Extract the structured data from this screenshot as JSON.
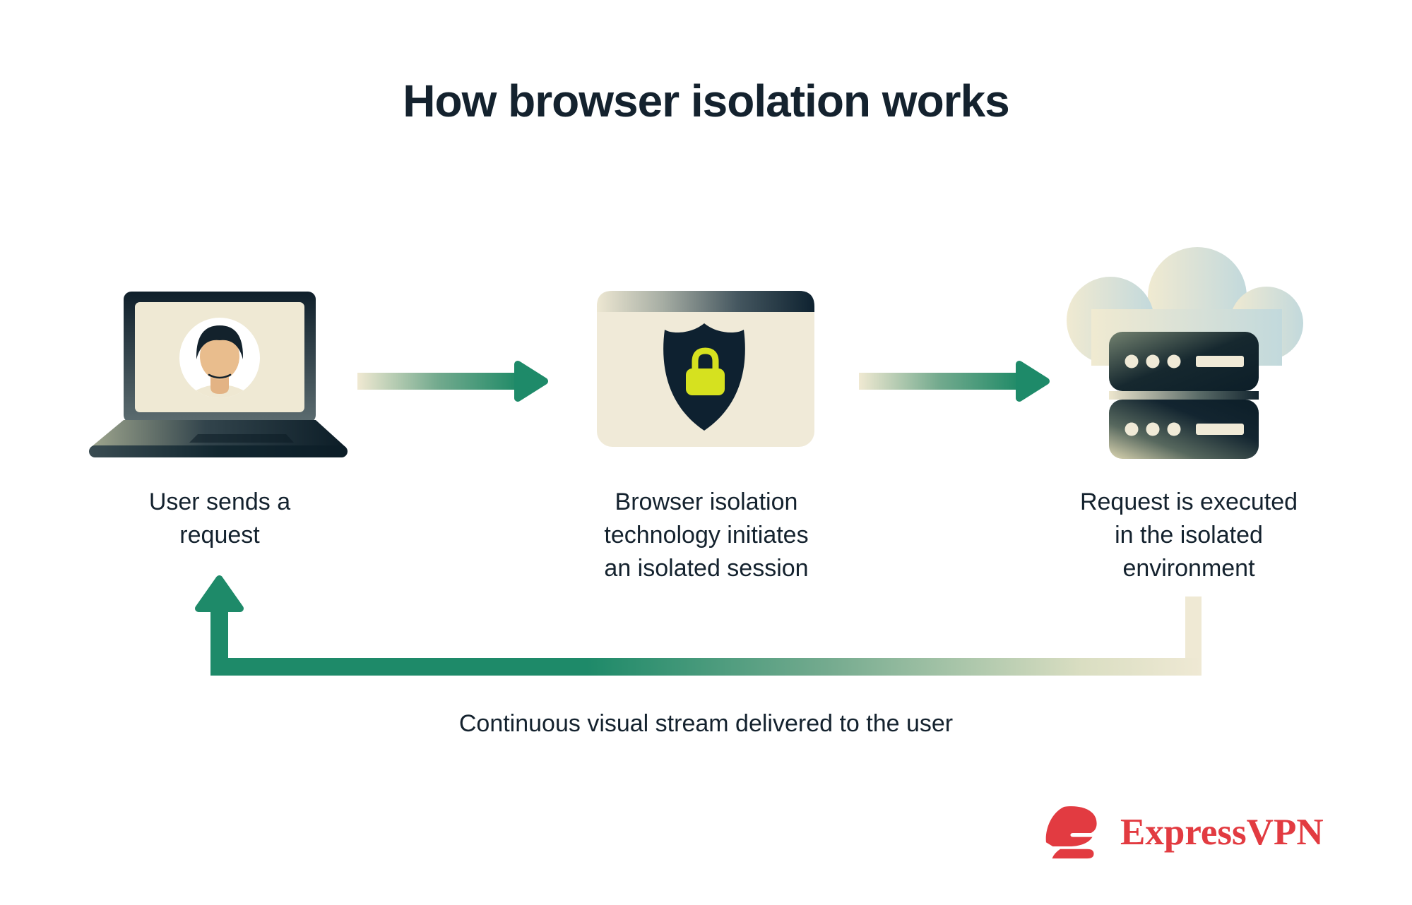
{
  "title": "How browser isolation works",
  "steps": [
    {
      "icon": "laptop-user-icon",
      "label_lines": [
        "User sends a",
        "request"
      ]
    },
    {
      "icon": "browser-shield-lock-icon",
      "label_lines": [
        "Browser isolation",
        "technology initiates",
        "an isolated session"
      ]
    },
    {
      "icon": "cloud-server-icon",
      "label_lines": [
        "Request is executed",
        "in the isolated",
        "environment"
      ]
    }
  ],
  "flow": {
    "forward_arrows": [
      "arrow-right-icon",
      "arrow-right-icon"
    ],
    "return_arrow": "return-arrow-icon",
    "return_caption": "Continuous visual stream delivered to the user"
  },
  "branding": {
    "logo_icon": "expressvpn-logo-icon",
    "logo_text": "ExpressVPN"
  },
  "colors": {
    "background": "#FFFFFF",
    "text_navy": "#14222E",
    "icon_cream": "#F0EAD8",
    "arrow_teal": "#1E8A69",
    "lock_lime": "#D6E11F",
    "cloud_blue": "#C2D9DC",
    "brand_red": "#E23B41"
  }
}
